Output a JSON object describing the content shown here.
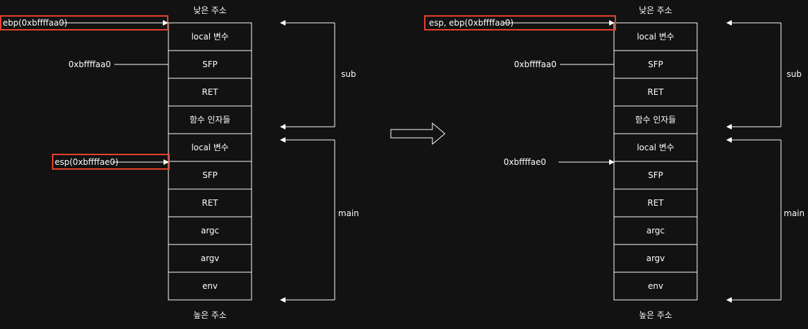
{
  "diagrams": [
    {
      "top_label": "낮은 주소",
      "bottom_label": "높은 주소",
      "cells": [
        "local 변수",
        "SFP",
        "RET",
        "함수 인자들",
        "local 변수",
        "SFP",
        "RET",
        "argc",
        "argv",
        "env"
      ],
      "pointers": [
        {
          "text": "ebp(0xbffffaa0)",
          "highlighted": true
        },
        {
          "text": "0xbffffaa0",
          "highlighted": false
        },
        {
          "text": "esp(0xbffffae0)",
          "highlighted": true
        }
      ],
      "frames": [
        {
          "label": "sub"
        },
        {
          "label": "main"
        }
      ]
    },
    {
      "top_label": "낮은 주소",
      "bottom_label": "높은 주소",
      "cells": [
        "local 변수",
        "SFP",
        "RET",
        "함수 인자들",
        "local 변수",
        "SFP",
        "RET",
        "argc",
        "argv",
        "env"
      ],
      "pointers": [
        {
          "text": "esp, ebp(0xbffffaa0)",
          "highlighted": true
        },
        {
          "text": "0xbffffaa0",
          "highlighted": false
        },
        {
          "text": "0xbffffae0",
          "highlighted": false
        }
      ],
      "frames": [
        {
          "label": "sub"
        },
        {
          "label": "main"
        }
      ]
    }
  ],
  "colors": {
    "highlight": "#e8412c",
    "line": "#ffffff",
    "background": "#121212"
  },
  "transition_icon": "right-arrow-icon"
}
